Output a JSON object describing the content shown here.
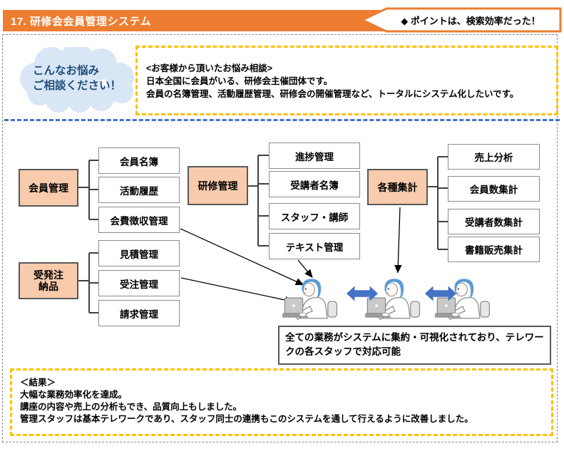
{
  "header": {
    "title": "17. 研修会会員管理システム",
    "banner_label": "◆ ポイントは、検索効率だった！"
  },
  "cloud_callout": {
    "line1": "こんなお悩み",
    "line2": "ご相談ください！"
  },
  "consultation_box": {
    "heading": "<お客様から頂いたお悩み相談>",
    "line1": "日本全国に会員がいる、研修会主催団体です。",
    "line2": "会員の名簿管理、活動履歴管理、研修会の開催管理など、トータルにシステム化したいです。"
  },
  "diagram": {
    "groups": [
      {
        "label": "会員管理",
        "children": [
          "会員名簿",
          "活動履歴",
          "会費徴収管理"
        ]
      },
      {
        "label": "受発注納品",
        "label_lines": [
          "受発注",
          "納品"
        ],
        "children": [
          "見積管理",
          "受注管理",
          "請求管理"
        ]
      },
      {
        "label": "研修管理",
        "children": [
          "進捗管理",
          "受講者名簿",
          "スタッフ・講師",
          "テキスト管理"
        ]
      },
      {
        "label": "各種集計",
        "children": [
          "売上分析",
          "会員数集計",
          "受講者数集計",
          "書籍販売集計"
        ]
      }
    ],
    "caption": "全ての業務がシステムに集約・可視化されており、テレワークの各スタッフで対応可能"
  },
  "result_box": {
    "heading": "＜結果＞",
    "line1": "大幅な業務効率化を達成。",
    "line2": "講座の内容や売上の分析もでき、品質向上もしました。",
    "line3": "管理スタッフは基本テレワークであり、スタッフ同士の連携もこのシステムを通して行えるように改善しました。"
  },
  "colors": {
    "accent_orange": "#ED7D31",
    "dashed_amber": "#FFC000",
    "link_blue": "#4472C4",
    "box_peach": "#F8CBAD",
    "cloud_fill": "#D9E6F6",
    "cloud_text_navy": "#1F4E79"
  }
}
